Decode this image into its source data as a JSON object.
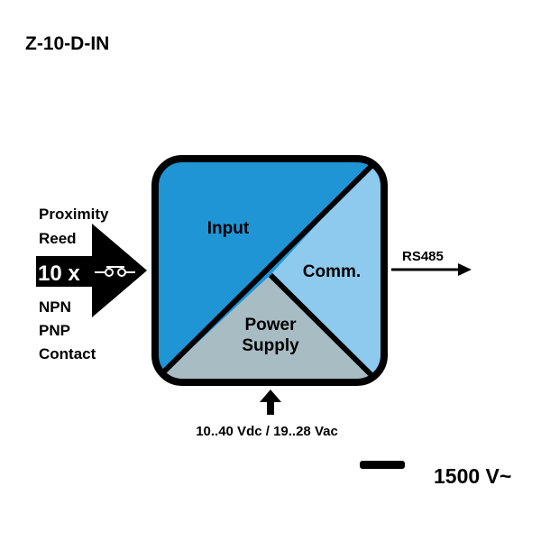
{
  "title": "Z-10-D-IN",
  "inputs": {
    "count_label": "10 x",
    "types_top": [
      "Proximity",
      "Reed"
    ],
    "types_bottom": [
      "NPN",
      "PNP",
      "Contact"
    ],
    "contact_symbol": "switch-contact-icon"
  },
  "blocks": {
    "input": "Input",
    "comm": "Comm.",
    "power_line1": "Power",
    "power_line2": "Supply"
  },
  "output": {
    "label": "RS485"
  },
  "power": {
    "label": "10..40 Vdc / 19..28 Vac"
  },
  "isolation": {
    "label": "1500 V~"
  },
  "colors": {
    "input_fill": "#1f95d6",
    "comm_fill": "#8ec9ee",
    "power_fill": "#a8bcc4",
    "outline": "#000000"
  }
}
